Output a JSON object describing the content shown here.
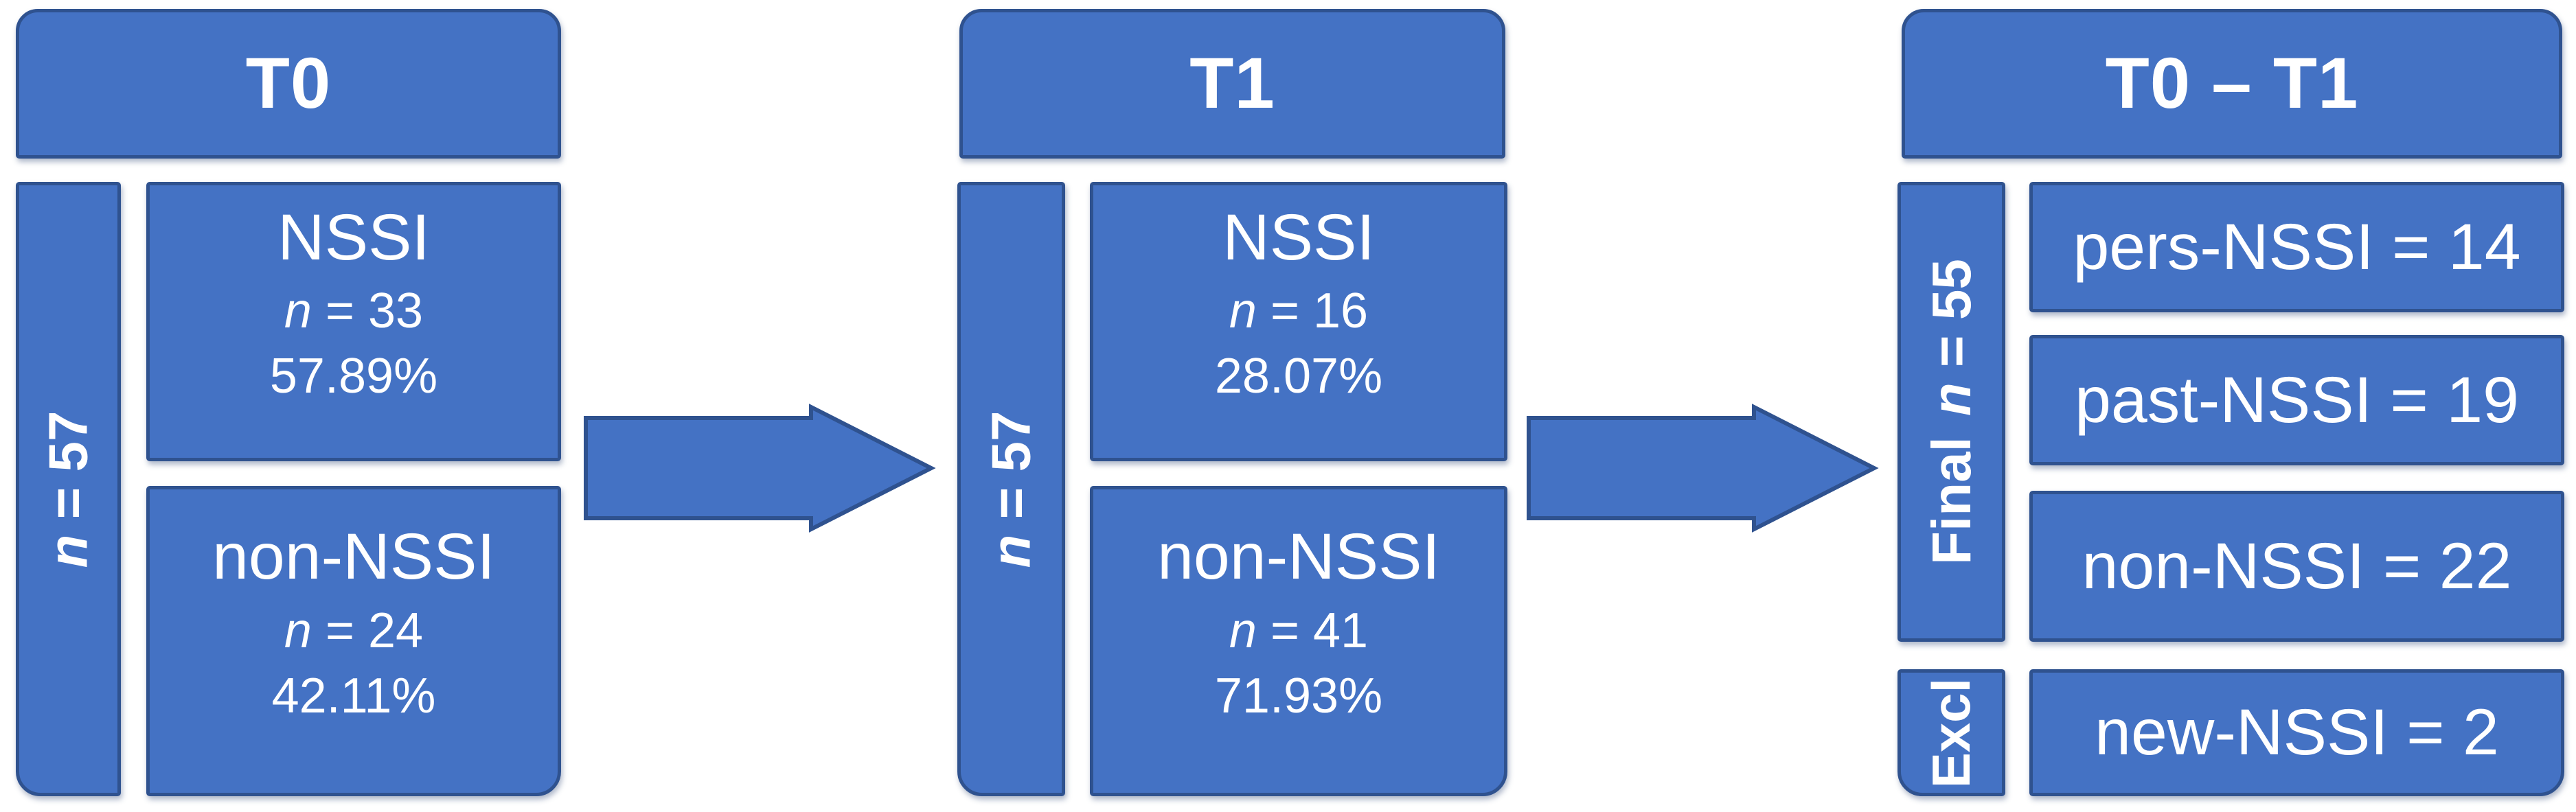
{
  "colors": {
    "box_fill": "#4472C4",
    "box_border": "#2F528F",
    "text": "#FFFFFF",
    "background": "#FFFFFF"
  },
  "panels": {
    "t0": {
      "header": "T0",
      "sidebar": {
        "n_italic": "n",
        "value": " = 57"
      },
      "nssi": {
        "title": "NSSI",
        "n_italic": "n",
        "n_value": " = 33",
        "percent": "57.89%"
      },
      "non_nssi": {
        "title": "non-NSSI",
        "n_italic": "n",
        "n_value": " = 24",
        "percent": "42.11%"
      }
    },
    "t1": {
      "header": "T1",
      "sidebar": {
        "n_italic": "n",
        "value": " = 57"
      },
      "nssi": {
        "title": "NSSI",
        "n_italic": "n",
        "n_value": " = 16",
        "percent": "28.07%"
      },
      "non_nssi": {
        "title": "non-NSSI",
        "n_italic": "n",
        "n_value": " = 41",
        "percent": "71.93%"
      }
    },
    "t0_t1": {
      "header": "T0 – T1",
      "final_sidebar": {
        "label": "Final",
        "n_italic": "n",
        "value": " = 55"
      },
      "excl_sidebar": "Excl",
      "rows": [
        "pers-NSSI = 14",
        "past-NSSI = 19",
        "non-NSSI = 22",
        "new-NSSI = 2"
      ]
    }
  }
}
